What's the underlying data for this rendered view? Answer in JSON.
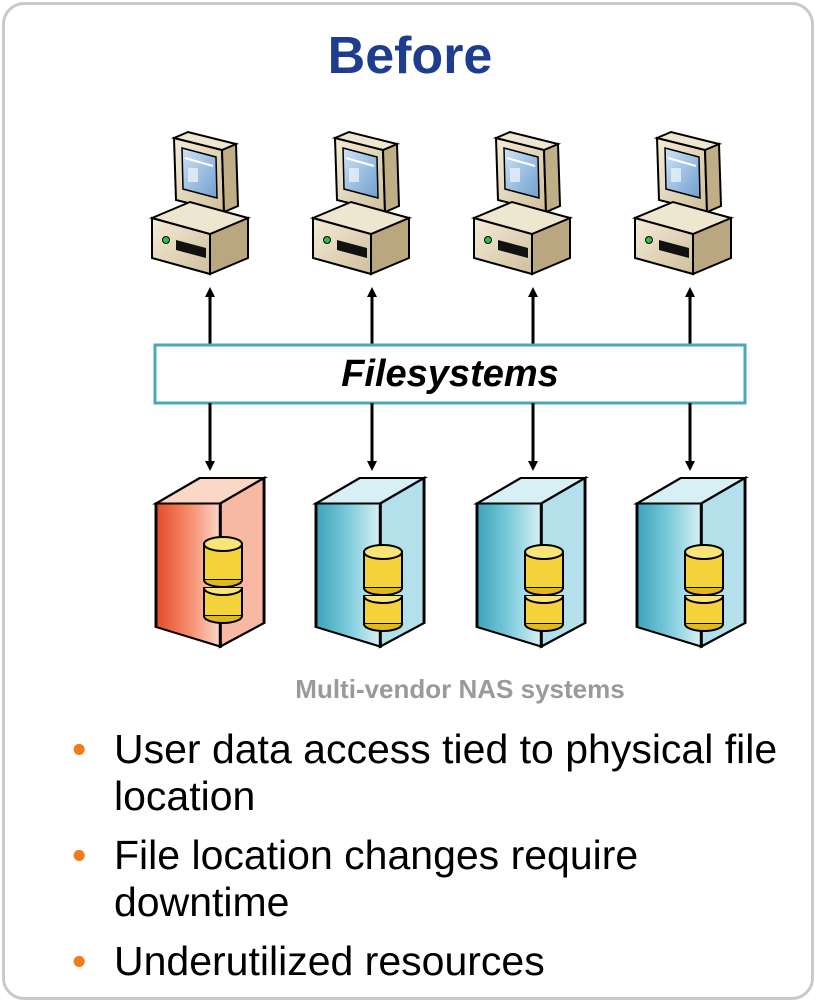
{
  "title": "Before",
  "filesystems_label": "Filesystems",
  "caption": "Multi-vendor NAS systems",
  "bullets": [
    "User data access tied to physical file location",
    "File location changes require downtime",
    "Underutilized resources"
  ],
  "icons": {
    "client": "desktop-computer-icon",
    "storage": "nas-server-icon"
  },
  "colors": {
    "title": "#1f3d8f",
    "filesystems_border": "#4aa8b8",
    "server_red": "#f06a4a",
    "server_blue": "#5ab8cc",
    "disk": "#f3d23a",
    "bullet": "#f07d1a",
    "caption": "#9a9a9a"
  },
  "storage_units": [
    {
      "color": "red"
    },
    {
      "color": "blue"
    },
    {
      "color": "blue"
    },
    {
      "color": "blue"
    }
  ]
}
